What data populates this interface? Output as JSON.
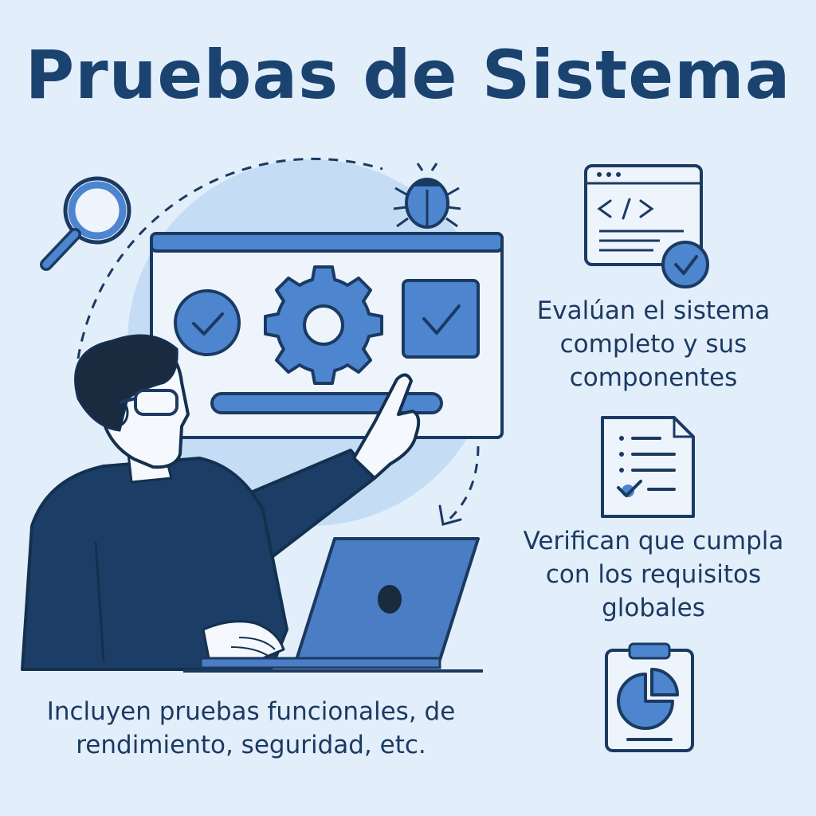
{
  "title": "Pruebas de Sistema",
  "features": [
    {
      "icon": "code-window-check-icon",
      "text": "Evalúan el sistema completo y sus componentes"
    },
    {
      "icon": "checklist-document-icon",
      "text": "Verifican que cumpla con los requisitos globales"
    },
    {
      "icon": "clipboard-pie-chart-icon",
      "text": ""
    }
  ],
  "footer_text": "Incluyen pruebas funcionales, de rendimiento, seguridad, etc.",
  "colors": {
    "background": "#e3eefb",
    "navy": "#1b3a62",
    "accent_blue": "#4d86cf",
    "light_blue": "#c4dcf4",
    "panel": "#eef4fc"
  }
}
